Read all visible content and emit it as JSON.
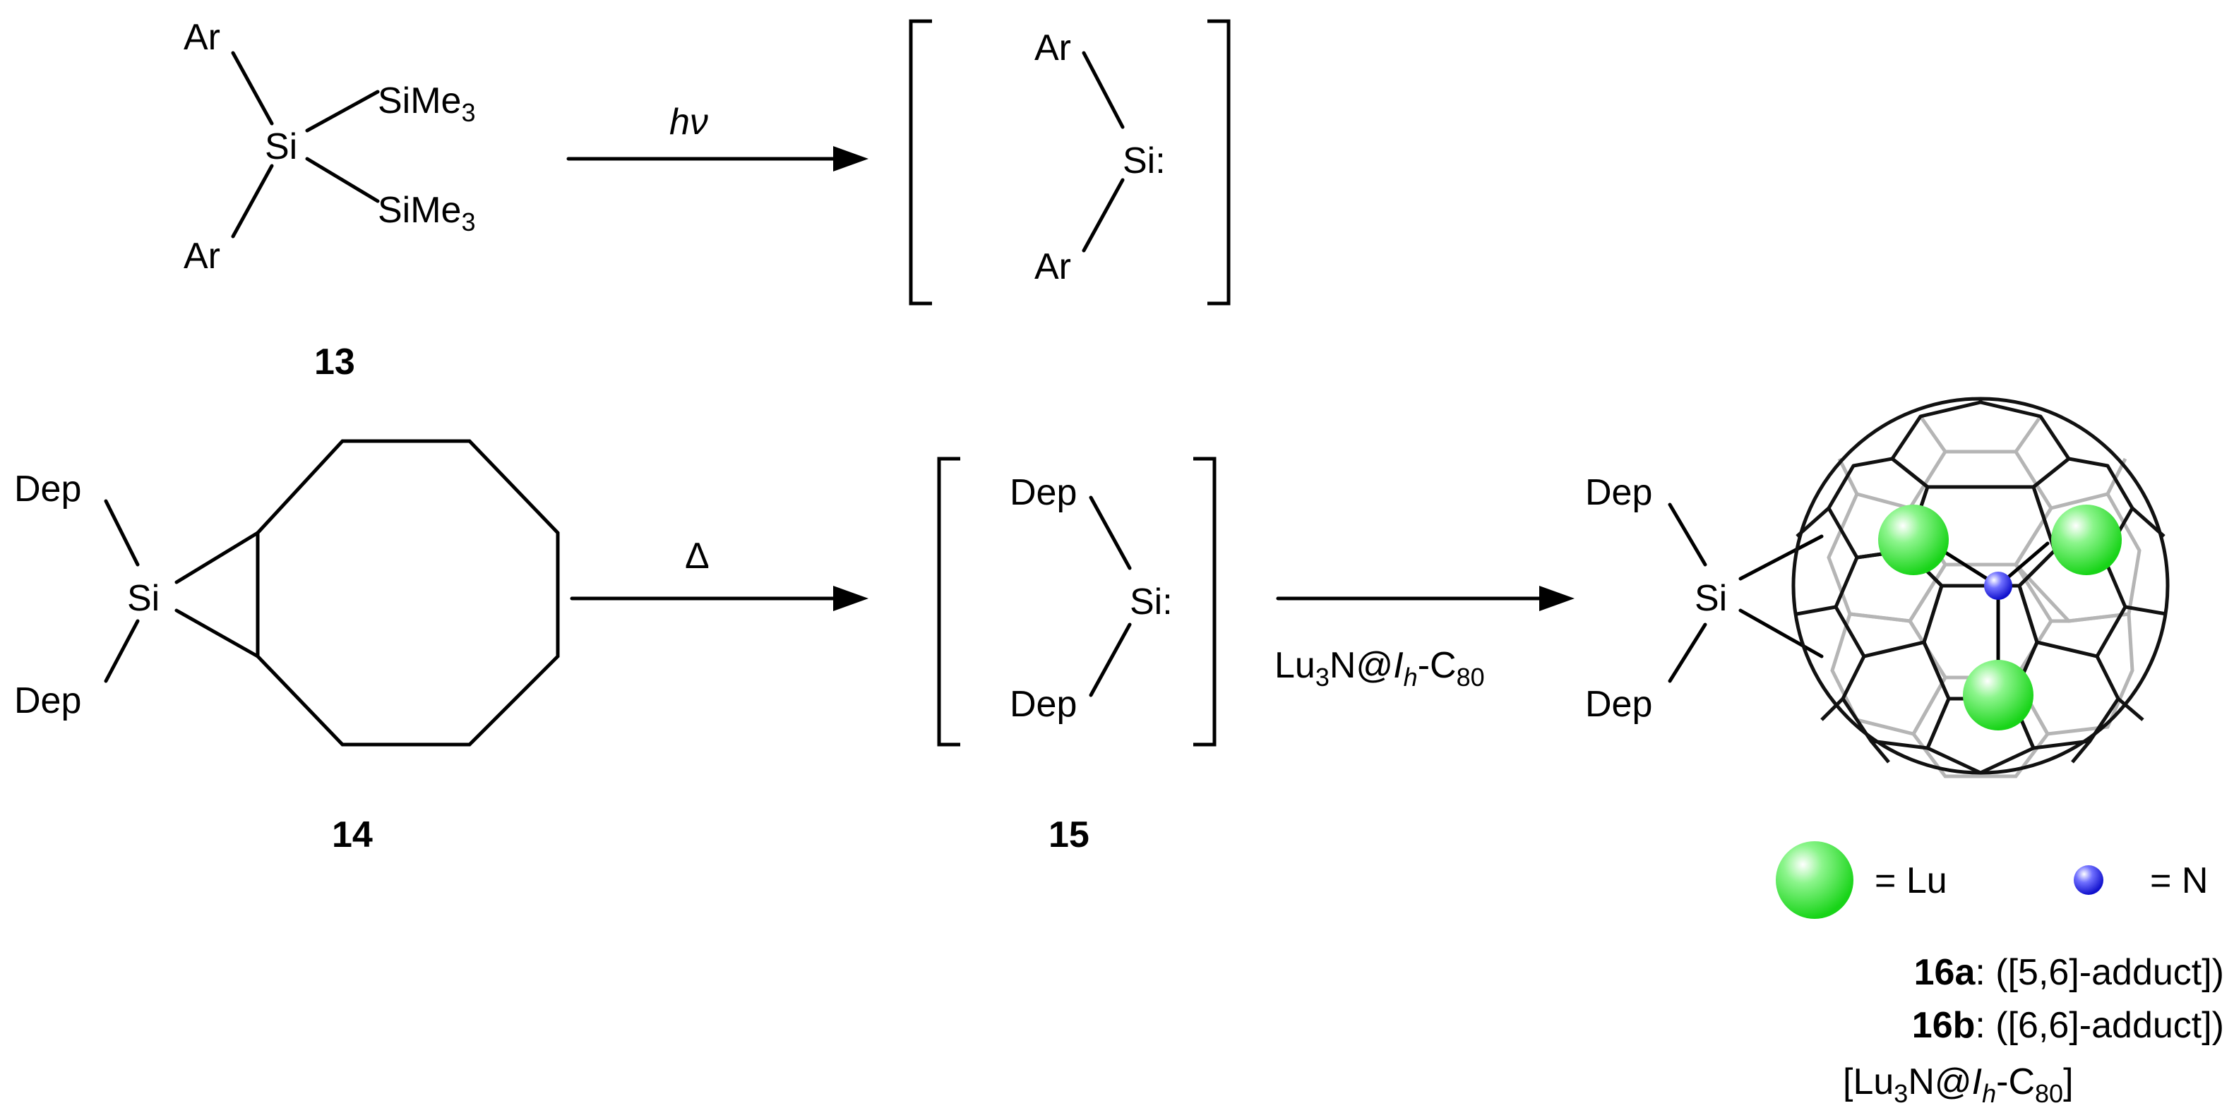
{
  "compound_13": {
    "ar_top": "Ar",
    "ar_bottom": "Ar",
    "si": "Si",
    "sime3_top": "SiMe",
    "sime3_top_sub": "3",
    "sime3_bottom": "SiMe",
    "sime3_bottom_sub": "3",
    "label": "13"
  },
  "reaction_1": {
    "condition": "hν"
  },
  "silylene_ar": {
    "ar_top": "Ar",
    "ar_bottom": "Ar",
    "si": "Si:"
  },
  "compound_14": {
    "dep_top": "Dep",
    "dep_bottom": "Dep",
    "si": "Si",
    "label": "14"
  },
  "reaction_2": {
    "condition": "Δ"
  },
  "compound_15": {
    "dep_top": "Dep",
    "dep_bottom": "Dep",
    "si": "Si:",
    "label": "15"
  },
  "reaction_3": {
    "reagent_prefix": "Lu",
    "reagent_sub1": "3",
    "reagent_mid": "N@",
    "reagent_ih": "I",
    "reagent_ih_sub": "h",
    "reagent_tail": "-C",
    "reagent_sub2": "80"
  },
  "product_16": {
    "dep_top": "Dep",
    "dep_bottom": "Dep",
    "si": "Si"
  },
  "legend": {
    "lu": "= Lu",
    "n": "= N",
    "lu_color": "#22dd22",
    "n_color": "#1a1aff"
  },
  "product_labels": {
    "a_bold": "16a",
    "a_text": ": ([5,6]-adduct])",
    "b_bold": "16b",
    "b_text": ": ([6,6]-adduct])",
    "c_open": "[Lu",
    "c_sub1": "3",
    "c_mid": "N@",
    "c_ih": "I",
    "c_ih_sub": "h",
    "c_tail": "-C",
    "c_sub2": "80",
    "c_close": "]"
  }
}
